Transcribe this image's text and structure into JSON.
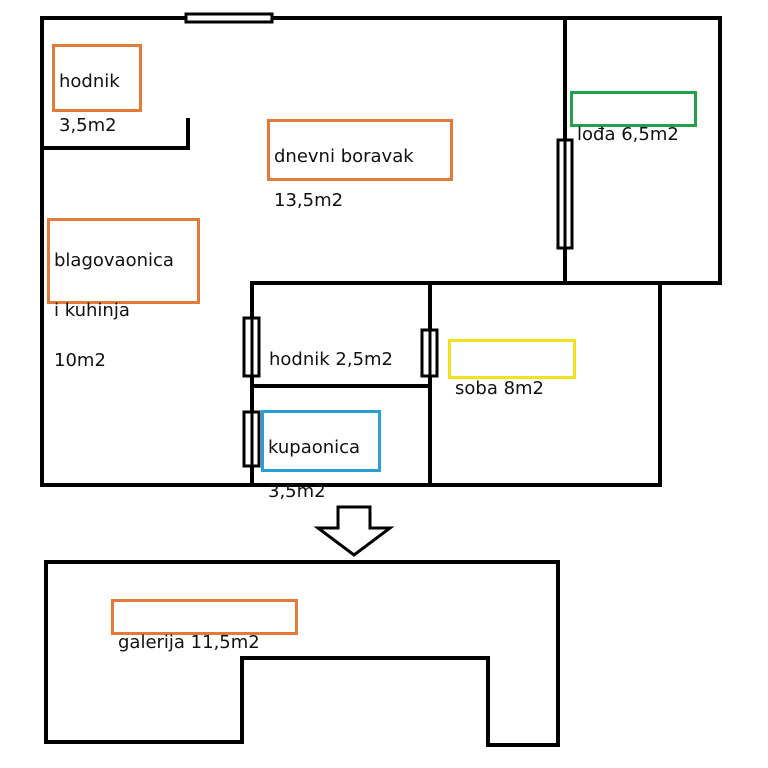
{
  "colors": {
    "orange": "#e07b39",
    "green": "#22a04a",
    "yellow": "#f2e21e",
    "blue": "#2a9fd6",
    "wall": "#000000"
  },
  "rooms": {
    "hodnik_top": {
      "line1": "hodnik",
      "line2": "3,5m2",
      "color": "orange"
    },
    "dnevni": {
      "line1": "dnevni boravak",
      "line2": "13,5m2",
      "color": "orange"
    },
    "loda": {
      "line1": "lođa 6,5m2",
      "color": "green"
    },
    "blagovaonica": {
      "line1": "blagovaonica",
      "line2": "i kuhinja",
      "line3": "10m2",
      "color": "orange"
    },
    "hodnik_mid": {
      "line1": "hodnik 2,5m2"
    },
    "soba": {
      "line1": "soba 8m2",
      "color": "yellow"
    },
    "kupaonica": {
      "line1": "kupaonica",
      "line2": "3,5m2",
      "color": "blue"
    },
    "galerija": {
      "line1": "galerija 11,5m2",
      "color": "orange"
    }
  }
}
